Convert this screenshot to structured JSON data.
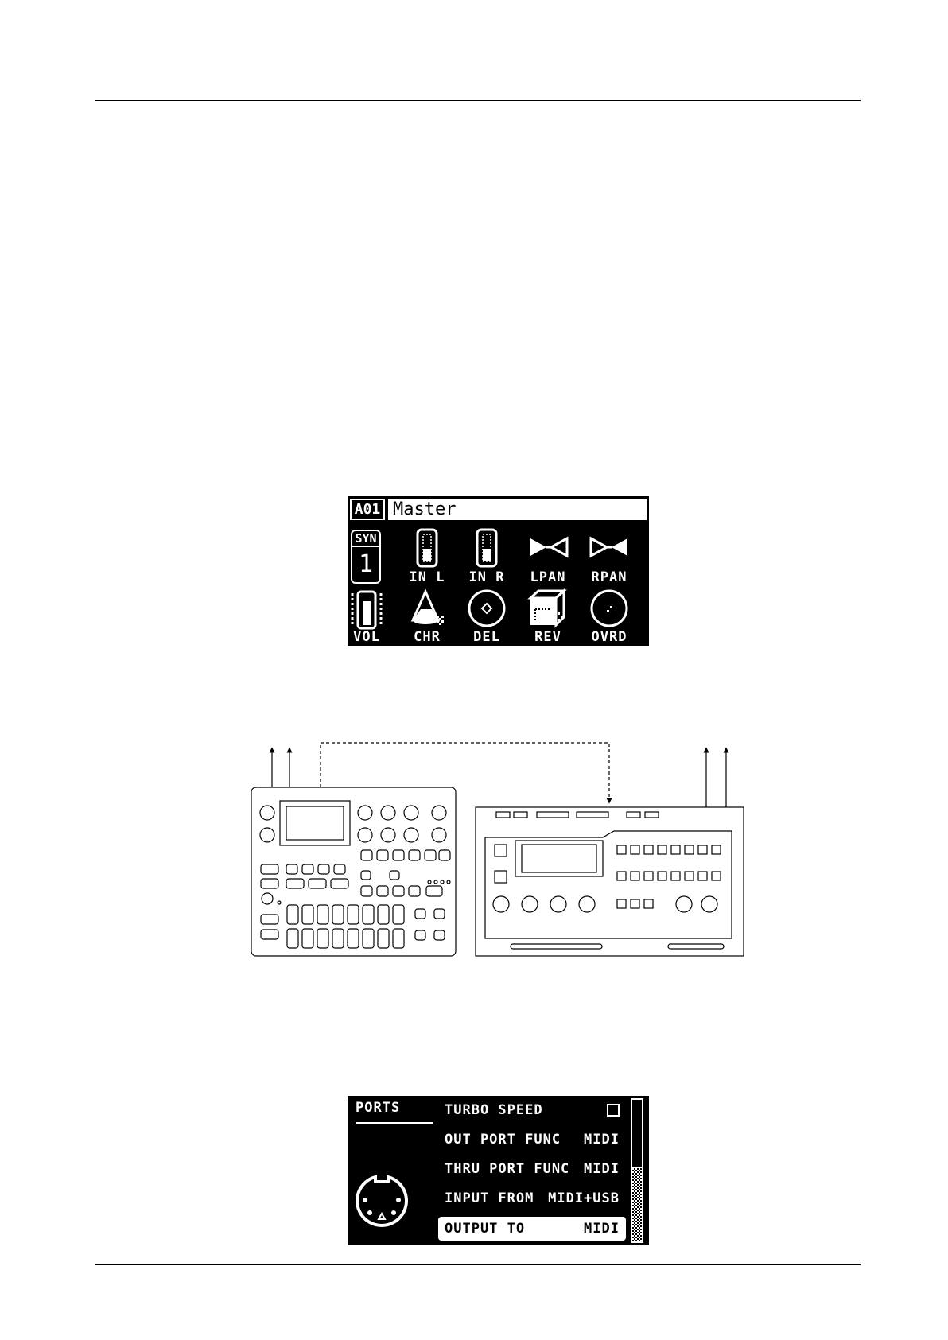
{
  "mixer": {
    "pattern": "A01",
    "name": "Master",
    "syn_label": "SYN",
    "syn_number": "1",
    "top_labels": [
      "IN L",
      "IN R",
      "LPAN",
      "RPAN"
    ],
    "bottom_labels": [
      "VOL",
      "CHR",
      "DEL",
      "REV",
      "OVRD"
    ]
  },
  "ports": {
    "title": "PORTS",
    "items": [
      {
        "label": "TURBO SPEED",
        "value": ""
      },
      {
        "label": "OUT PORT FUNC",
        "value": "MIDI"
      },
      {
        "label": "THRU PORT FUNC",
        "value": "MIDI"
      },
      {
        "label": "INPUT FROM",
        "value": "MIDI+USB"
      },
      {
        "label": "OUTPUT TO",
        "value": "MIDI"
      }
    ],
    "selected_index": 4,
    "turbo_speed_checked": false
  },
  "icons": {
    "mixer": [
      "fader-icon",
      "pan-left-icon",
      "pan-right-icon",
      "chorus-icon",
      "delay-icon",
      "reverb-icon",
      "overdrive-icon"
    ],
    "ports": [
      "midi-din-icon",
      "checkbox-icon"
    ]
  }
}
